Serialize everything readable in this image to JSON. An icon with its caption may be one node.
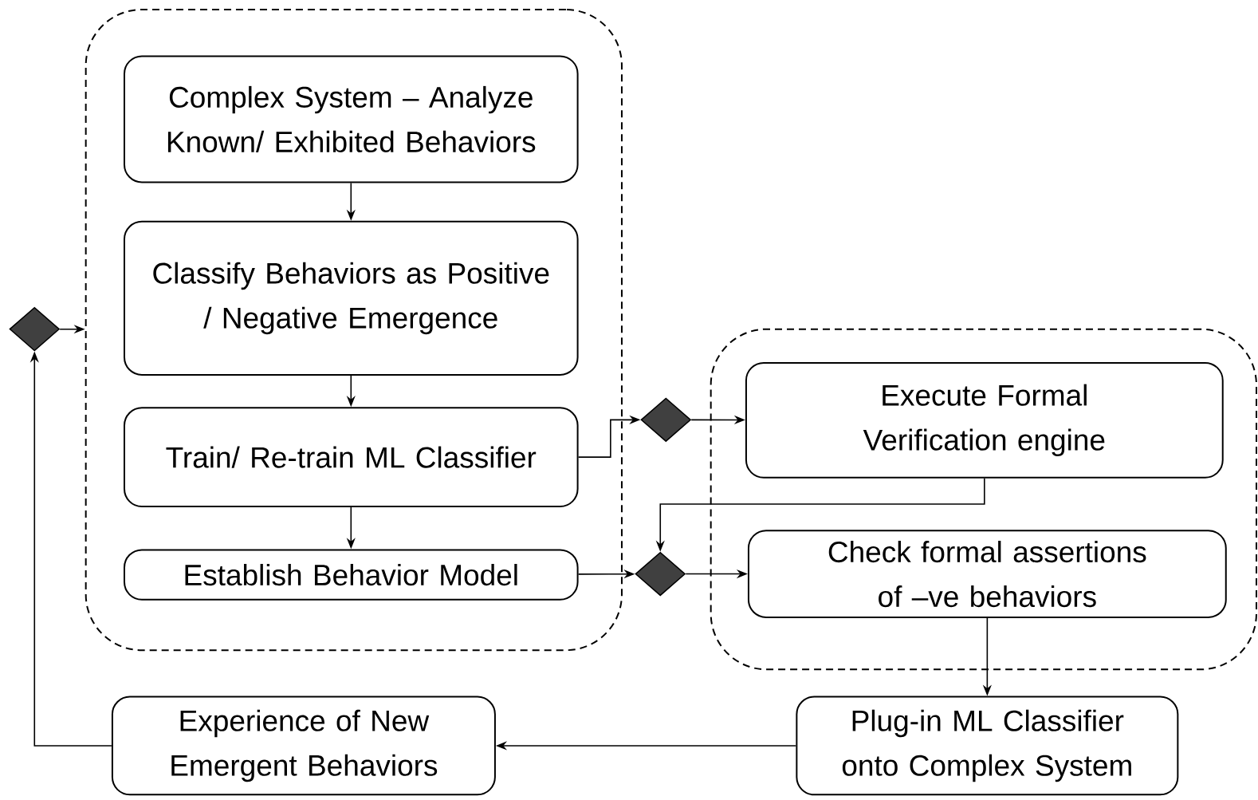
{
  "diagram": {
    "nodes": [
      {
        "text": [],
        "shape": "box"
      },
      {
        "text": [
          "Complex System – Analyze Known/ Exhibited Behaviors"
        ],
        "in": 0
      },
      {
        "text": [
          "Classify Behaviors as Positive / Negative Emergence"
        ],
        "in": 0
      },
      {
        "text": [
          "Train/ Re-train ML Classifier"
        ],
        "in": 0
      },
      {
        "text": [
          "Establish Behavior Model"
        ],
        "in": 0
      },
      {
        "text": [],
        "shape": "box"
      },
      {
        "text": [
          "Execute Formal Verification engine"
        ],
        "in": 5
      },
      {
        "text": [
          "Check formal assertions of –ve behaviors"
        ],
        "in": 5
      },
      {
        "text": [
          "Plug-in ML Classifier onto Complex System"
        ]
      },
      {
        "text": [
          "Experience of New Emergent Behaviors"
        ]
      },
      {
        "text": [],
        "shape": "diamond"
      },
      {
        "text": [],
        "shape": "diamond"
      },
      {
        "text": [],
        "shape": "diamond"
      }
    ],
    "edges": [
      {
        "from": 1,
        "to": 2,
        "arrow": "to"
      },
      {
        "from": 2,
        "to": 3,
        "arrow": "to"
      },
      {
        "from": 3,
        "to": 4,
        "arrow": "to"
      },
      {
        "from": 3,
        "to": 11,
        "arrow": "to"
      },
      {
        "from": 11,
        "to": 6,
        "arrow": "to"
      },
      {
        "from": 6,
        "to": 12,
        "arrow": "to"
      },
      {
        "from": 4,
        "to": 12,
        "arrow": "to"
      },
      {
        "from": 12,
        "to": 7,
        "arrow": "to"
      },
      {
        "from": 7,
        "to": 8,
        "arrow": "to"
      },
      {
        "from": 8,
        "to": 9,
        "arrow": "to"
      },
      {
        "from": 9,
        "to": 10,
        "arrow": "to"
      },
      {
        "from": 10,
        "to": 0,
        "arrow": "to"
      }
    ]
  }
}
